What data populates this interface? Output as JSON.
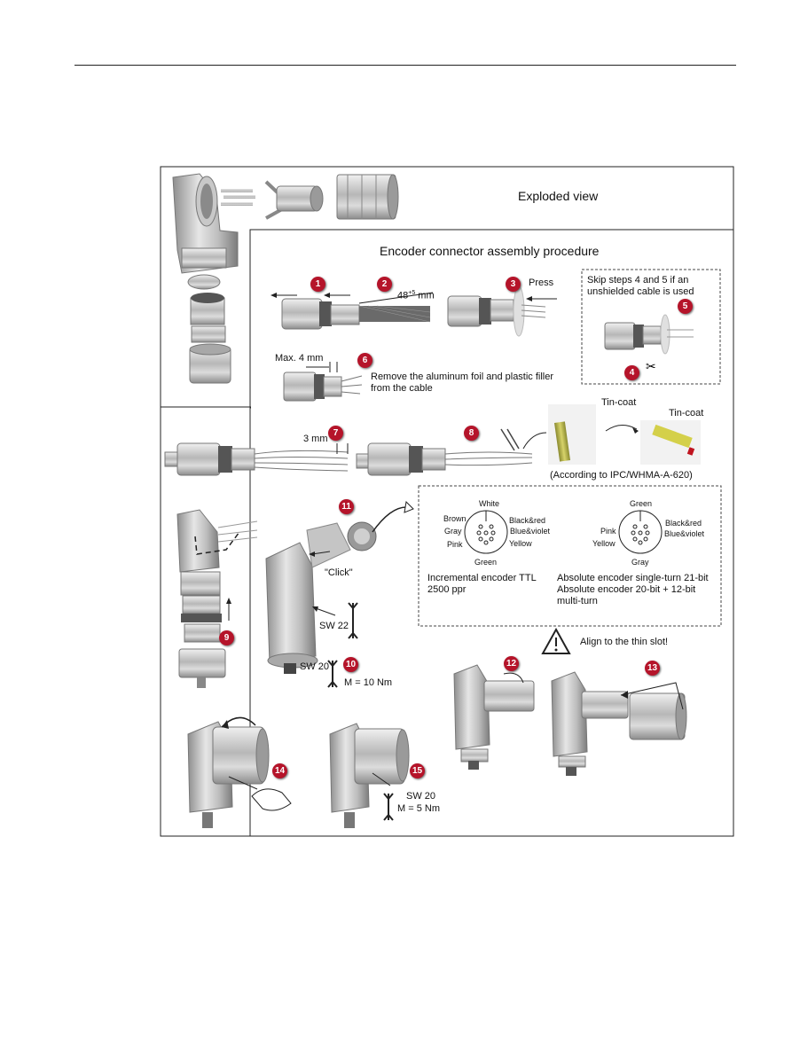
{
  "header_rule": true,
  "figure": {
    "exploded_title": "Exploded view",
    "procedure_title": "Encoder connector assembly procedure",
    "steps": [
      "1",
      "2",
      "3",
      "4",
      "5",
      "6",
      "7",
      "8",
      "9",
      "10",
      "11",
      "12",
      "13",
      "14",
      "15"
    ],
    "labels": {
      "dim_48": "48",
      "dim_48_sup": "+5",
      "dim_48_unit": "mm",
      "press": "Press",
      "skip_note_1": "Skip steps 4 and 5 if an",
      "skip_note_2": "unshielded cable is used",
      "max4": "Max. 4 mm",
      "remove_1": "Remove the aluminum foil and plastic filler",
      "remove_2": "from the cable",
      "mm3": "3 mm",
      "tincoat_1": "Tin-coat",
      "tincoat_2": "Tin-coat",
      "ipc": "(According to IPC/WHMA-A-620)",
      "click": "\"Click\"",
      "sw22": "SW 22",
      "sw20a": "SW 20",
      "m10": "M = 10 Nm",
      "align": "Align to the thin slot!",
      "sw20b": "SW 20",
      "m5": "M = 5 Nm"
    },
    "pinout_left": {
      "top": "White",
      "bottom": "Green",
      "left": [
        "Brown",
        "Gray",
        "Pink"
      ],
      "right": [
        "Black&red",
        "Blue&violet",
        "Yellow"
      ],
      "caption_1": "Incremental encoder TTL",
      "caption_2": "2500 ppr"
    },
    "pinout_right": {
      "top": "Green",
      "bottom": "Gray",
      "left": [
        "Pink",
        "Yellow"
      ],
      "right": [
        "Black&red",
        "Blue&violet"
      ],
      "caption_1": "Absolute encoder single-turn 21-bit",
      "caption_2": "Absolute encoder 20-bit + 12-bit",
      "caption_3": "multi-turn"
    }
  },
  "colors": {
    "badge": "#b5142a",
    "metal": "#b9b9b9",
    "frame": "#222222"
  }
}
